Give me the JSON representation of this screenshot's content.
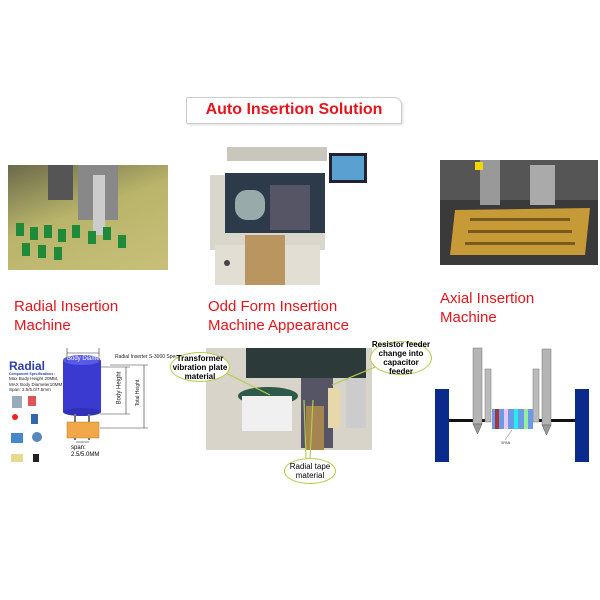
{
  "title": "Auto Insertion Solution",
  "sections": {
    "radial": {
      "label_line1": "Radial Insertion",
      "label_line2": "Machine"
    },
    "odd_form": {
      "label_line1": "Odd Form Insertion",
      "label_line2": "Machine Appearance"
    },
    "axial": {
      "label_line1": "Axial Insertion",
      "label_line2": "Machine"
    }
  },
  "radial_diagram": {
    "heading": "Radial",
    "spec_heading": "Component Specifications :",
    "spec_lines": [
      "Max Body Height 20MM,",
      "MAX Body Diameter10MM",
      "Span: 2.5/5.0/7.5mm"
    ],
    "inserter_spec": "Radial Inserter S-3000 Spec:",
    "body_diameter": "Body Diameter",
    "body_height": "Body Height",
    "total_height": "Total Height",
    "span_label": "span:",
    "span_value": "2.5/5.0MM"
  },
  "callouts": {
    "transformer": "Transformer vibration plate material",
    "resistor": "Resistor feeder change into capacitor feeder",
    "radial_tape": "Radial tape material"
  },
  "axial_diagram": {
    "tag": "SPAN"
  },
  "colors": {
    "accent_red": "#e8141c",
    "callout_green": "#b5cc4a",
    "axial_blue": "#0a2a8c",
    "capacitor_blue": "#3a3ad0"
  }
}
